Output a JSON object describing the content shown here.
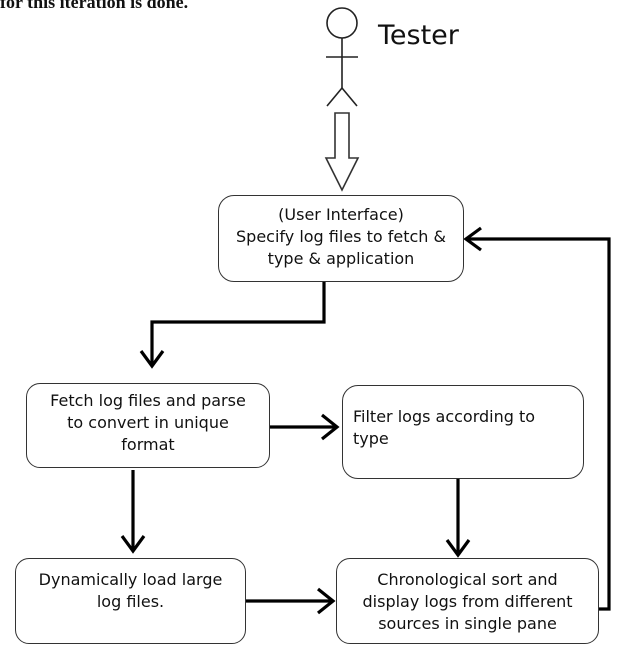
{
  "header": {
    "text": "for this iteration is done."
  },
  "actor": {
    "label": "Tester",
    "icon": "stick-figure-icon"
  },
  "boxes": {
    "ui": "(User Interface)\nSpecify log files to fetch &\ntype & application",
    "fetch": "Fetch log files and parse\nto convert in unique\nformat",
    "filter": "Filter logs according to\ntype",
    "dynamic": "Dynamically load large\nlog files.",
    "sort": "Chronological sort and\ndisplay logs from different\nsources in single pane"
  },
  "arrows": [
    {
      "from": "actor",
      "to": "ui",
      "style": "hollow"
    },
    {
      "from": "ui",
      "to": "fetch"
    },
    {
      "from": "fetch",
      "to": "filter"
    },
    {
      "from": "fetch",
      "to": "dynamic"
    },
    {
      "from": "filter",
      "to": "sort"
    },
    {
      "from": "dynamic",
      "to": "sort"
    },
    {
      "from": "sort",
      "to": "ui"
    }
  ]
}
